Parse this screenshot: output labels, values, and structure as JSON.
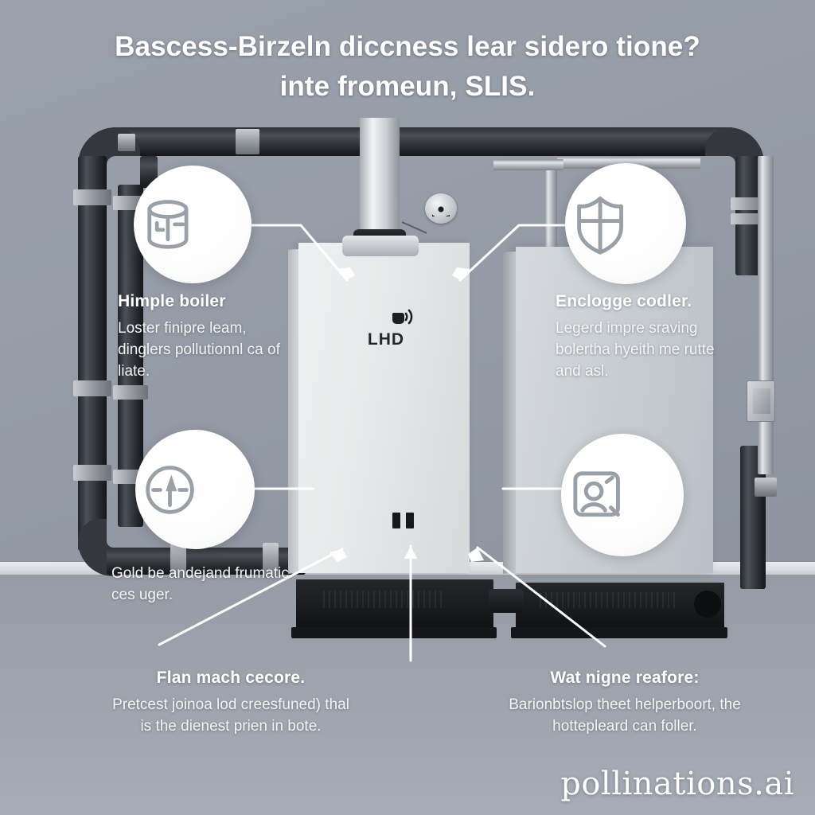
{
  "headline": {
    "line1": "Bascess-Birzeln diccness lear sidero tione?",
    "line2": "inte fromeun, SLIS."
  },
  "callouts": [
    {
      "id": "top-left",
      "icon": "water-tank-icon",
      "title": "Himple  boiler",
      "body": "Loster finipre leam, dinglers pollutionnl ca of liate."
    },
    {
      "id": "top-right",
      "icon": "shield-icon",
      "title": "Enclogge codler.",
      "body": "Legerd impre sraving bolertha hyeith me rutte and asl."
    },
    {
      "id": "middle-left",
      "icon": "gauge-icon",
      "title": "",
      "body": "Gold be andejand frumatic ces uger."
    },
    {
      "id": "bottom-right-icon",
      "icon": "id-card-icon",
      "title": "",
      "body": ""
    }
  ],
  "bottom_notes": [
    {
      "id": "bottom-left",
      "title": "Flan mach cecore.",
      "body": "Pretcest joinoa lod creesfuned) thal is the dienest prien in bote."
    },
    {
      "id": "bottom-right",
      "title": "Wat nigne reafore:",
      "body": "Barionbtslop theet helperboort, the hottepleard can foller."
    }
  ],
  "device_panel": {
    "label": "LHD",
    "icon": "wifi-signal-icon"
  },
  "watermark": "pollinations.ai",
  "colors": {
    "background": "#9ba2ac",
    "wall_lower": "#a0a6b0",
    "pipe_dark": "#2b2e33",
    "unit_light": "#eef0f1",
    "unit_grey": "#c9ced3",
    "bubble_fill": "#ffffff",
    "icon_stroke": "#9aa0a7",
    "text_white": "#ffffff",
    "plinth_black": "#1a1c1f"
  }
}
